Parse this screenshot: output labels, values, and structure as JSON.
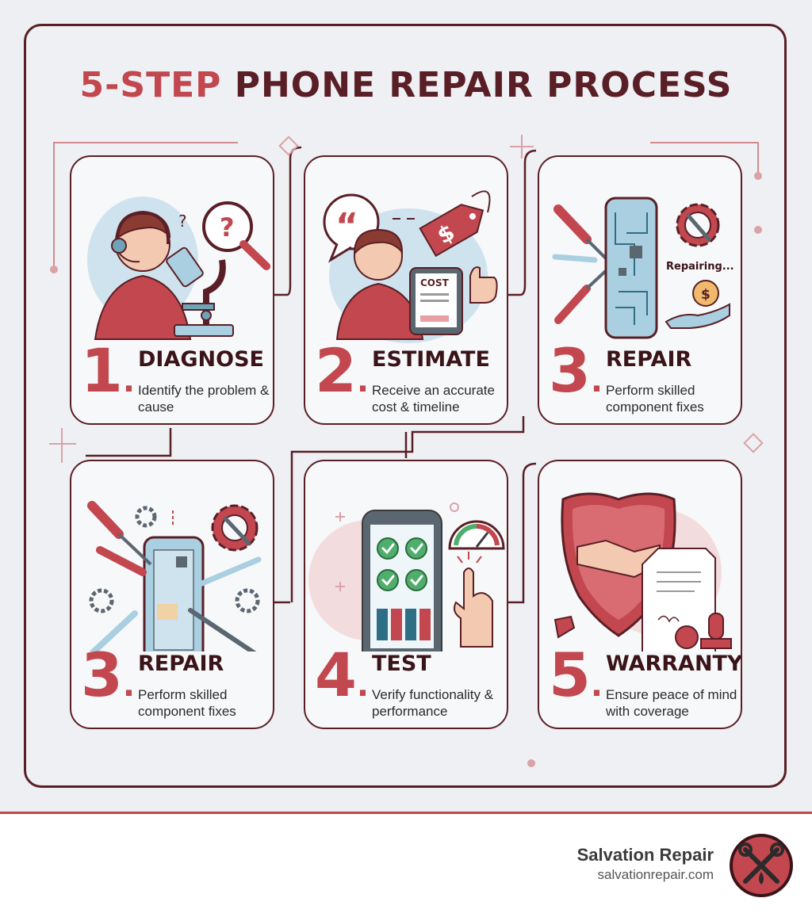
{
  "title": {
    "accent": "5-STEP",
    "rest": "PHONE REPAIR PROCESS"
  },
  "steps": [
    {
      "number": "1",
      "title": "DIAGNOSE",
      "desc": "Identify the problem & cause",
      "icons": [
        "technician-headset-icon",
        "question-magnifier-icon",
        "microscope-icon"
      ]
    },
    {
      "number": "2",
      "title": "ESTIMATE",
      "desc": "Receive an accurate cost & timeline",
      "icons": [
        "quote-bubble-icon",
        "price-tag-icon",
        "cost-tablet-icon",
        "thumbs-up-icon"
      ],
      "tablet_label": "COST"
    },
    {
      "number": "3",
      "title": "REPAIR",
      "desc": "Perform skilled component fixes",
      "icons": [
        "screwdriver-icon",
        "circuit-phone-icon",
        "gear-wrench-icon",
        "coin-hand-icon"
      ],
      "status_label": "Repairing..."
    },
    {
      "number": "3",
      "title": "REPAIR",
      "desc": "Perform skilled component fixes",
      "icons": [
        "screwdriver-icon",
        "open-phone-icon",
        "gear-icon",
        "tweezers-icon"
      ]
    },
    {
      "number": "4",
      "title": "TEST",
      "desc": "Verify functionality & performance",
      "icons": [
        "checklist-phone-icon",
        "speed-gauge-icon",
        "tap-hand-icon"
      ]
    },
    {
      "number": "5",
      "title": "WARRANTY",
      "desc": "Ensure peace of mind with coverage",
      "icons": [
        "shield-handshake-icon",
        "certificate-icon",
        "stamp-icon"
      ]
    }
  ],
  "footer": {
    "brand": "Salvation Repair",
    "url": "salvationrepair.com",
    "logo_icon": "tools-logo-icon"
  },
  "colors": {
    "accent": "#c2474f",
    "dark": "#5a1f26",
    "background": "#edeff2",
    "card": "#f7f8fa",
    "screen": "#a9cfe0"
  }
}
